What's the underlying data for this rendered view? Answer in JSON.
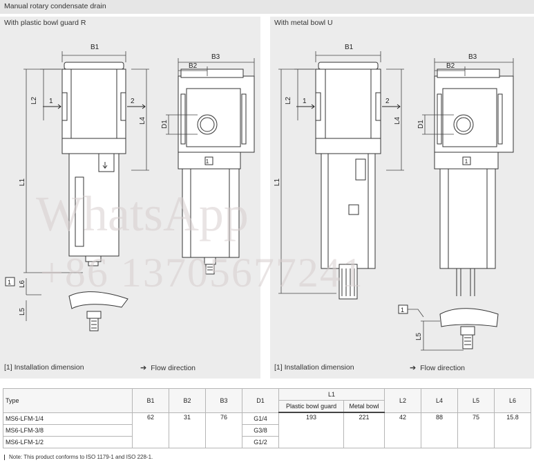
{
  "header": {
    "title": "Manual rotary condensate drain"
  },
  "panels": {
    "left": {
      "title": "With plastic bowl guard R",
      "dims": {
        "B1": "B1",
        "B2": "B2",
        "B3": "B3",
        "D1": "D1",
        "L1": "L1",
        "L2": "L2",
        "L4": "L4",
        "L5": "L5",
        "L6": "L6"
      },
      "port_in": "1",
      "port_out": "2",
      "install_tag": "1",
      "legend_install": "[1]   Installation dimension",
      "legend_flow": "Flow direction"
    },
    "right": {
      "title": "With metal bowl U",
      "dims": {
        "B1": "B1",
        "B2": "B2",
        "B3": "B3",
        "D1": "D1",
        "L1": "L1",
        "L2": "L2",
        "L4": "L4",
        "L5": "L5"
      },
      "port_in": "1",
      "port_out": "2",
      "install_tag": "1",
      "legend_install": "[1]   Installation dimension",
      "legend_flow": "Flow direction"
    }
  },
  "watermark": {
    "line1": "WhatsApp",
    "line2": "+86 13705677241"
  },
  "table": {
    "headers": {
      "type": "Type",
      "b1": "B1",
      "b2": "B2",
      "b3": "B3",
      "d1": "D1",
      "l1": "L1",
      "l1_plastic": "Plastic bowl guard",
      "l1_metal": "Metal bowl",
      "l2": "L2",
      "l4": "L4",
      "l5": "L5",
      "l6": "L6"
    },
    "rows": [
      {
        "type": "MS6-LFM-1/4",
        "d1": "G1/4"
      },
      {
        "type": "MS6-LFM-3/8",
        "d1": "G3/8"
      },
      {
        "type": "MS6-LFM-1/2",
        "d1": "G1/2"
      }
    ],
    "shared": {
      "b1": "62",
      "b2": "31",
      "b3": "76",
      "l1_plastic": "193",
      "l1_metal": "221",
      "l2": "42",
      "l4": "88",
      "l5": "75",
      "l6": "15.8"
    }
  },
  "note": "Note: This product conforms to ISO 1179-1 and ISO 228-1."
}
